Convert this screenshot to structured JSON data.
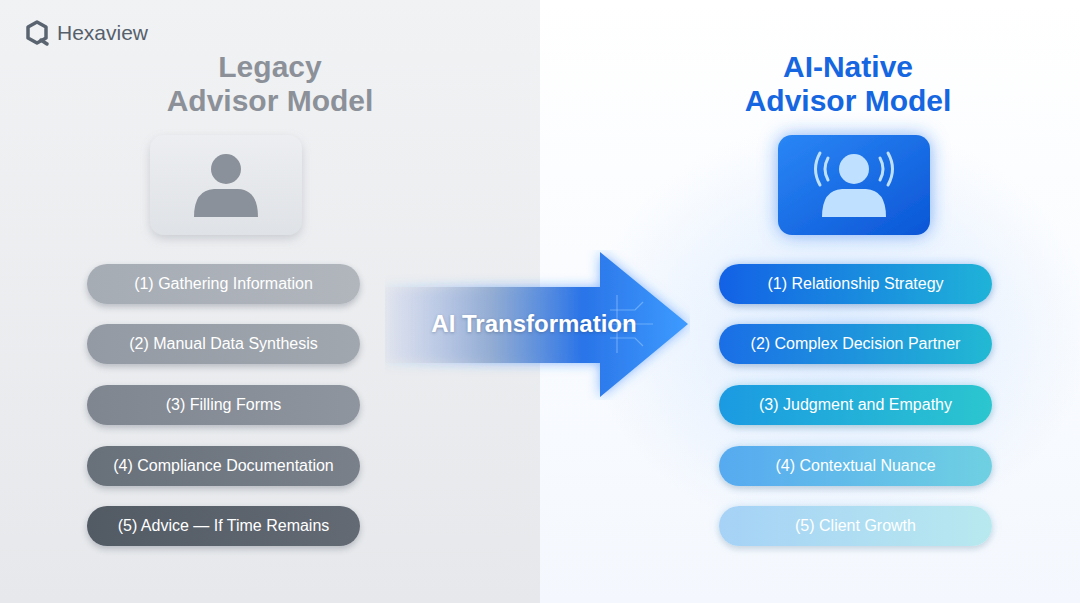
{
  "diagram": {
    "nodes": [
      {
        "text": [
          "Legacy Advisor Model"
        ]
      },
      {
        "text": [
          "(1) Gathering Information"
        ],
        "in": 0
      },
      {
        "text": [
          "(2) Manual Data Synthesis"
        ],
        "in": 0
      },
      {
        "text": [
          "(3) Filling Forms"
        ],
        "in": 0
      },
      {
        "text": [
          "(4) Compliance Documentation"
        ],
        "in": 0
      },
      {
        "text": [
          "(5) Advice — If Time Remains"
        ],
        "in": 0
      },
      {
        "text": [
          "AI Transformation"
        ]
      },
      {
        "text": [
          "AI-Native Advisor Model"
        ]
      },
      {
        "text": [
          "(1) Relationship Strategy"
        ],
        "in": 7
      },
      {
        "text": [
          "(2) Complex Decision Partner"
        ],
        "in": 7
      },
      {
        "text": [
          "(3) Judgment and Empathy"
        ],
        "in": 7
      },
      {
        "text": [
          "(4) Contextual Nuance"
        ],
        "in": 7
      },
      {
        "text": [
          "(5) Client Growth"
        ],
        "in": 7
      }
    ],
    "labels": [
      "Hexaview"
    ]
  }
}
